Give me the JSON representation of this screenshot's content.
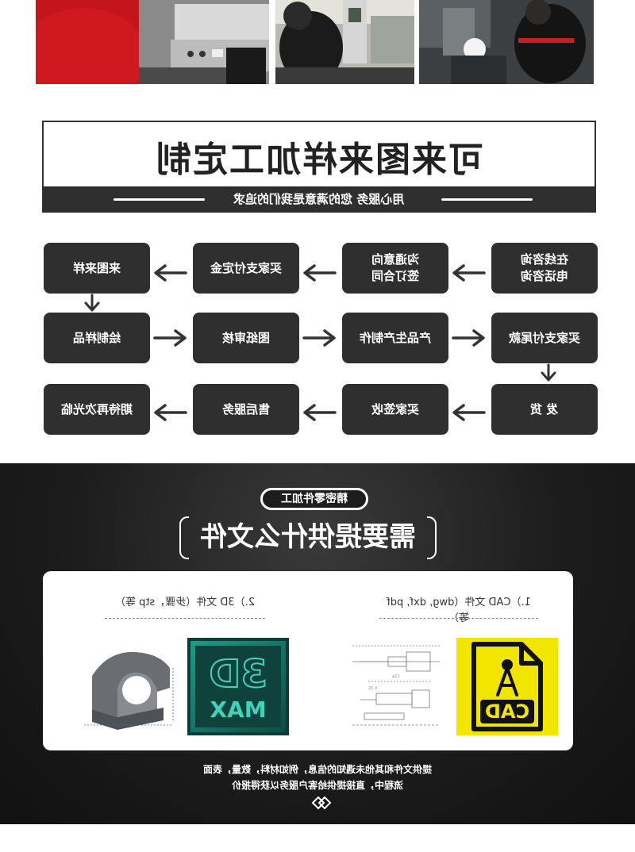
{
  "photos": [
    {
      "name": "photo-operator-engraving-machine"
    },
    {
      "name": "photo-operator-measuring-station"
    },
    {
      "name": "photo-operator-microscope-inspection"
    }
  ],
  "banner": {
    "title": "可来图来样加工定制",
    "subtitle": "用心服务 您的满意是我们的追求"
  },
  "flow": {
    "steps": {
      "s1": "在线咨询\n电话咨询",
      "s2": "沟通意向\n签订合同",
      "s3": "买家支付定金",
      "s4": "来图来样",
      "s5": "绘制样品",
      "s6": "图纸审核",
      "s7": "产品生产制作",
      "s8": "买家支付尾款",
      "s9": "发  货",
      "s10": "买家签收",
      "s11": "售后服务",
      "s12": "期待再次光临"
    },
    "arrow_icon": "left-arrow / right-arrow / down-arrow"
  },
  "files_section": {
    "tag": "精密零件加工",
    "title": "需要提供什么文件",
    "cad_caption": "1.）CAD 文件（dwg, dxf, pdf 等）",
    "threed_caption": "2.）3D 文件（步骤，stp 等）",
    "cad_icon_text": "CAD",
    "max_icon_3d": "3D",
    "max_icon_max": "MAX",
    "note_line_1": "提供文件和其他未遇知的信息，例如材料，数量，表面",
    "note_line_2": "流程中，直接提供给客户服务以获得报价",
    "colors": {
      "dark_box": "#2f2f2f",
      "cad_yellow": "#f2e600",
      "max_teal": "#1a8c7e",
      "max_dark": "#0d3b35"
    }
  }
}
